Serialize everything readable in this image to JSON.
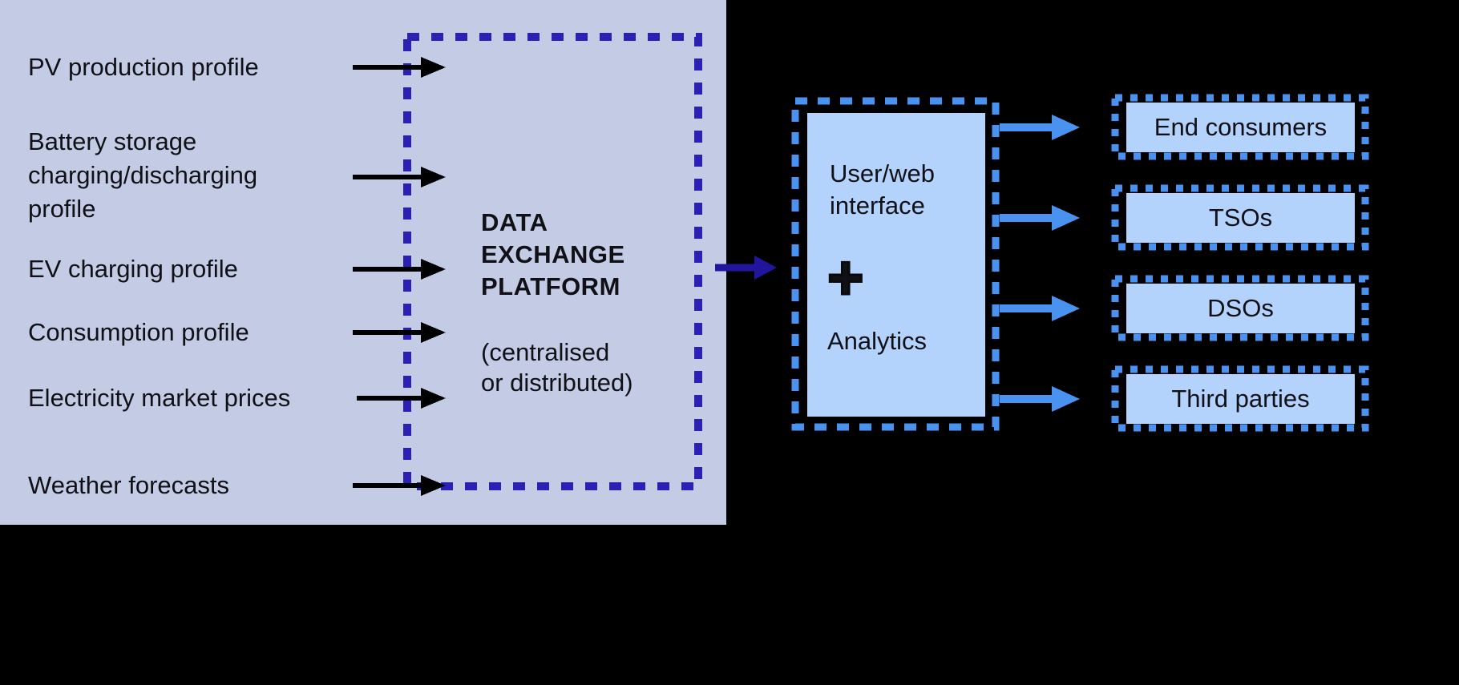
{
  "diagram": {
    "inputs_panel": {
      "items": [
        {
          "label": "PV production profile"
        },
        {
          "label": "Battery storage\ncharging/discharging\nprofile"
        },
        {
          "label": "EV charging profile"
        },
        {
          "label": "Consumption profile"
        },
        {
          "label": "Electricity market prices"
        },
        {
          "label": "Weather forecasts"
        }
      ]
    },
    "platform_box": {
      "title": "DATA\nEXCHANGE\nPLATFORM",
      "subtitle": "(centralised\nor distributed)"
    },
    "interface_box": {
      "label": "User/web\ninterface",
      "plus": "+",
      "analytics": "Analytics"
    },
    "outputs": {
      "items": [
        {
          "label": "End consumers"
        },
        {
          "label": "TSOs"
        },
        {
          "label": "DSOs"
        },
        {
          "label": "Third parties"
        }
      ]
    },
    "colors": {
      "panel_background": "#c3cce4",
      "dark_blue_dash": "#2c1fb4",
      "dark_blue_arrow": "#20159c",
      "light_blue_fill": "#b3d2fc",
      "blue_accent": "#4a92f0",
      "black": "#000000"
    }
  }
}
